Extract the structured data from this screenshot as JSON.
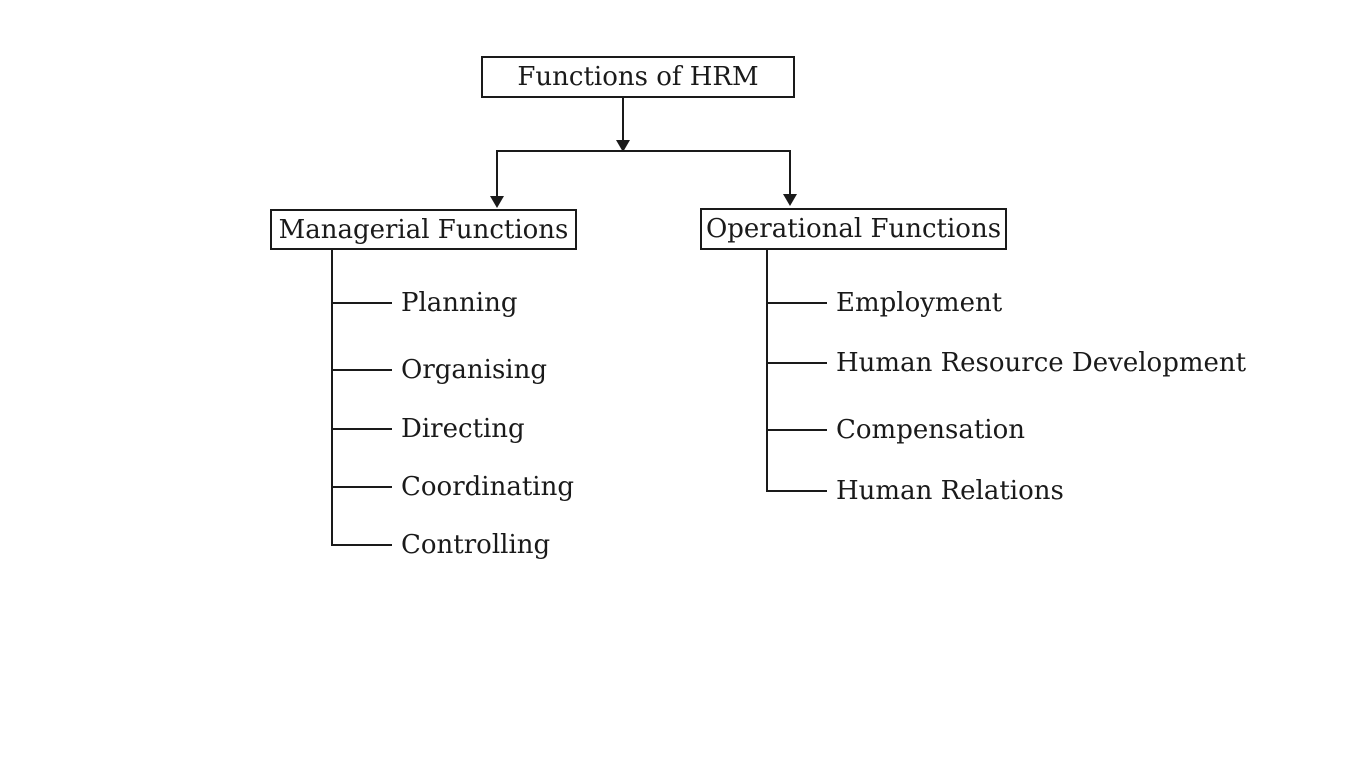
{
  "diagram": {
    "title": "Functions of HRM",
    "root": {
      "label": "Functions of HRM"
    },
    "branches": [
      {
        "label": "Managerial Functions",
        "items": [
          "Planning",
          "Organising",
          "Directing",
          "Coordinating",
          "Controlling"
        ]
      },
      {
        "label": "Operational Functions",
        "items": [
          "Employment",
          "Human Resource Development",
          "Compensation",
          "Human Relations"
        ]
      }
    ]
  },
  "colors": {
    "ink": "#1a1a1a",
    "background": "#ffffff"
  }
}
